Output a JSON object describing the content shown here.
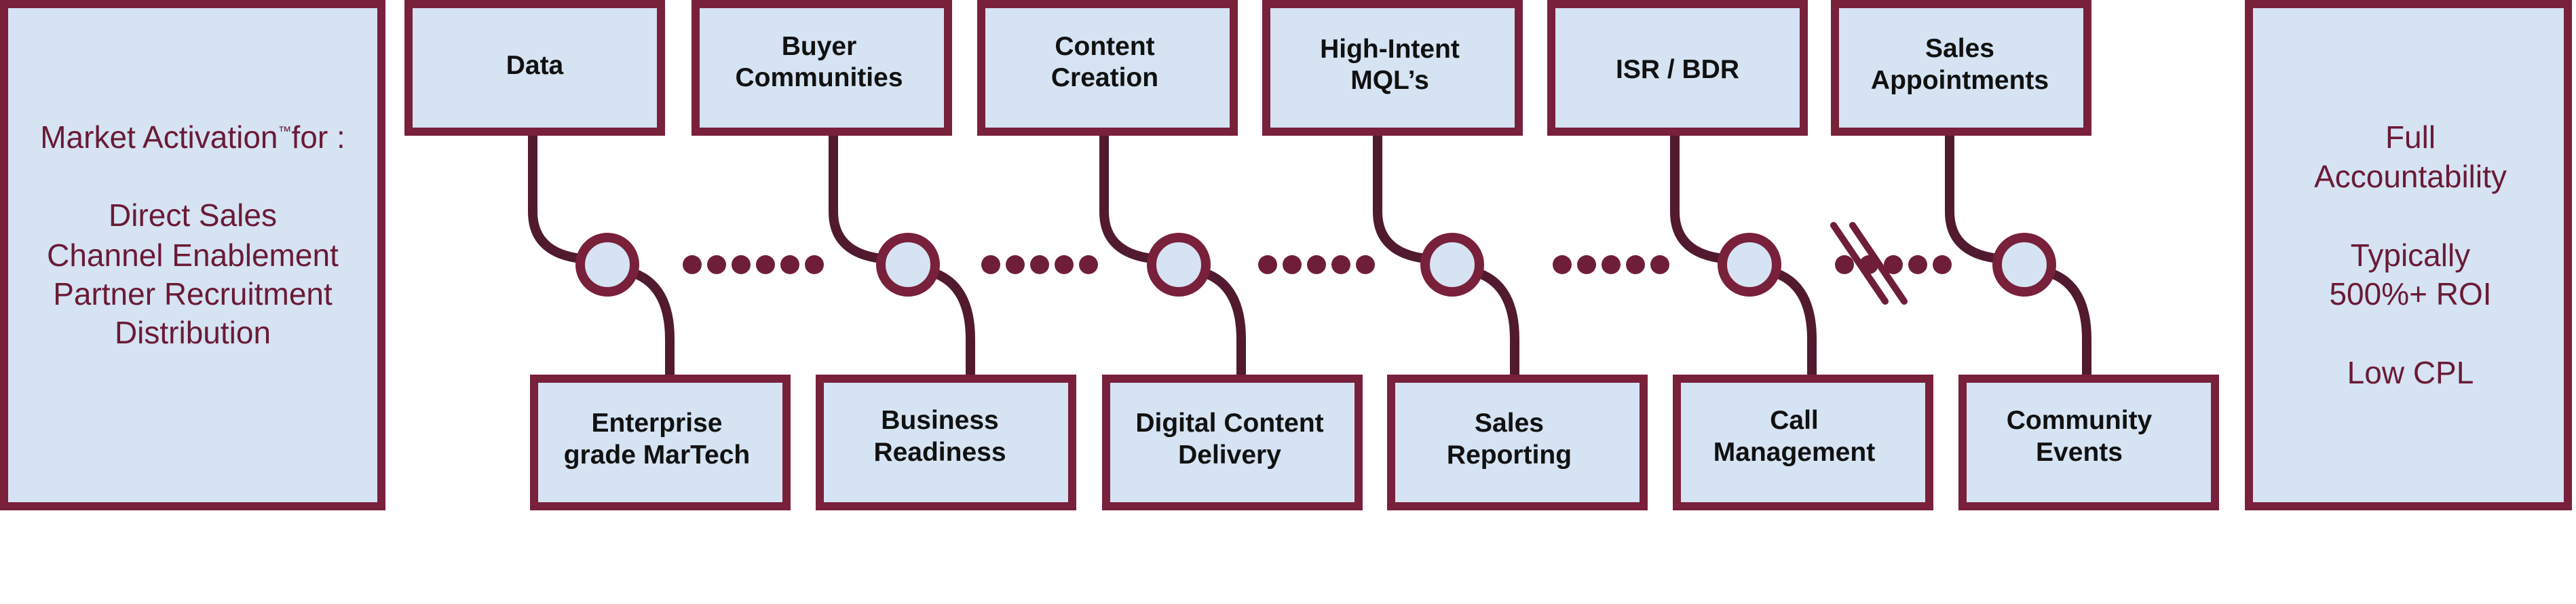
{
  "left_panel": {
    "title_main": "Market Activation",
    "title_tm": "™",
    "title_suffix": "for :",
    "lines": [
      "Direct Sales",
      "Channel Enablement",
      "Partner Recruitment",
      "Distribution"
    ]
  },
  "right_panel": {
    "lines": [
      "Full",
      "Accountability",
      "",
      "Typically",
      "500%+ ROI",
      "",
      "Low CPL"
    ]
  },
  "top_steps": [
    {
      "lines": [
        "Data"
      ]
    },
    {
      "lines": [
        "Buyer",
        "Communities"
      ]
    },
    {
      "lines": [
        "Content",
        "Creation"
      ]
    },
    {
      "lines": [
        "High-Intent",
        "MQL’s"
      ]
    },
    {
      "lines": [
        "ISR / BDR"
      ]
    },
    {
      "lines": [
        "Sales",
        "Appointments"
      ]
    }
  ],
  "bottom_steps": [
    {
      "lines": [
        "Enterprise",
        "grade MarTech"
      ]
    },
    {
      "lines": [
        "Business",
        "Readiness"
      ]
    },
    {
      "lines": [
        "Digital Content",
        "Delivery"
      ]
    },
    {
      "lines": [
        "Sales",
        "Reporting"
      ]
    },
    {
      "lines": [
        "Call",
        "Management"
      ]
    },
    {
      "lines": [
        "Community",
        "Events"
      ]
    }
  ],
  "colors": {
    "box_fill": "#d5e3f3",
    "border": "#79203b",
    "connector": "#511a2f",
    "accent_text": "#6a1a35",
    "step_text": "#111111"
  }
}
